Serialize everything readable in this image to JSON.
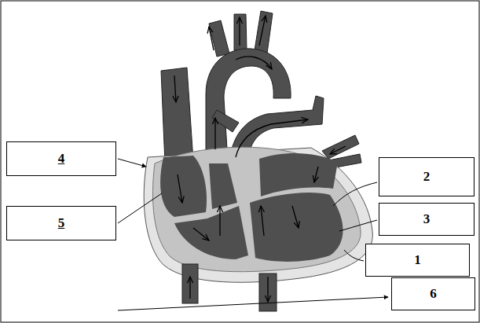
{
  "diagram": {
    "nodes": [
      {
        "text": [
          "4"
        ]
      },
      {
        "text": [
          "2"
        ]
      },
      {
        "text": [
          "5"
        ]
      },
      {
        "text": [
          "3"
        ]
      },
      {
        "text": [
          "1"
        ]
      },
      {
        "text": [
          "6"
        ]
      }
    ]
  }
}
